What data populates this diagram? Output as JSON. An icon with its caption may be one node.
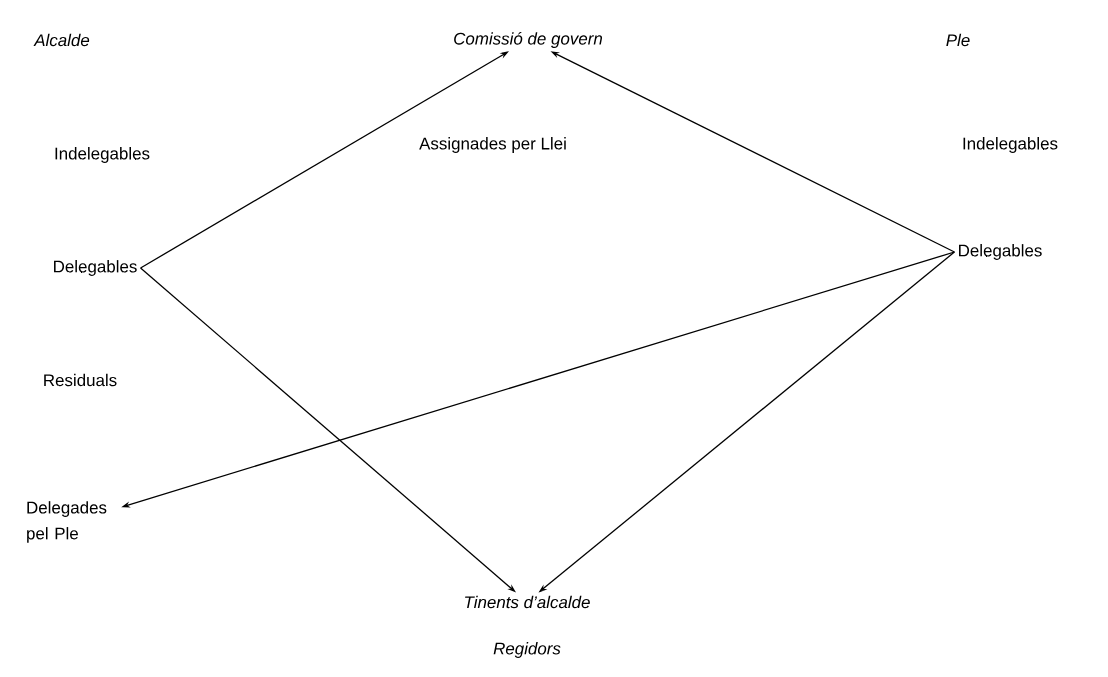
{
  "diagram": {
    "nodes": [
      {
        "text": [
          "Comissió de govern"
        ]
      },
      {
        "text": [
          "Delegables"
        ]
      },
      {
        "text": [
          "Delegables"
        ]
      },
      {
        "text": [
          "Delegades pel Ple"
        ]
      },
      {
        "text": [
          "Tinents d’alcalde"
        ]
      }
    ],
    "edges": [
      {
        "from": 1,
        "to": 0,
        "arrow": "to"
      },
      {
        "from": 1,
        "to": 4,
        "arrow": "to"
      },
      {
        "from": 2,
        "to": 0,
        "arrow": "to"
      },
      {
        "from": 2,
        "to": 3,
        "arrow": "to"
      },
      {
        "from": 2,
        "to": 4,
        "arrow": "to"
      }
    ],
    "labels": [
      "Alcalde",
      "Ple",
      "Indelegables",
      "Assignades per Llei",
      "Indelegables",
      "Residuals",
      "Regidors"
    ]
  }
}
